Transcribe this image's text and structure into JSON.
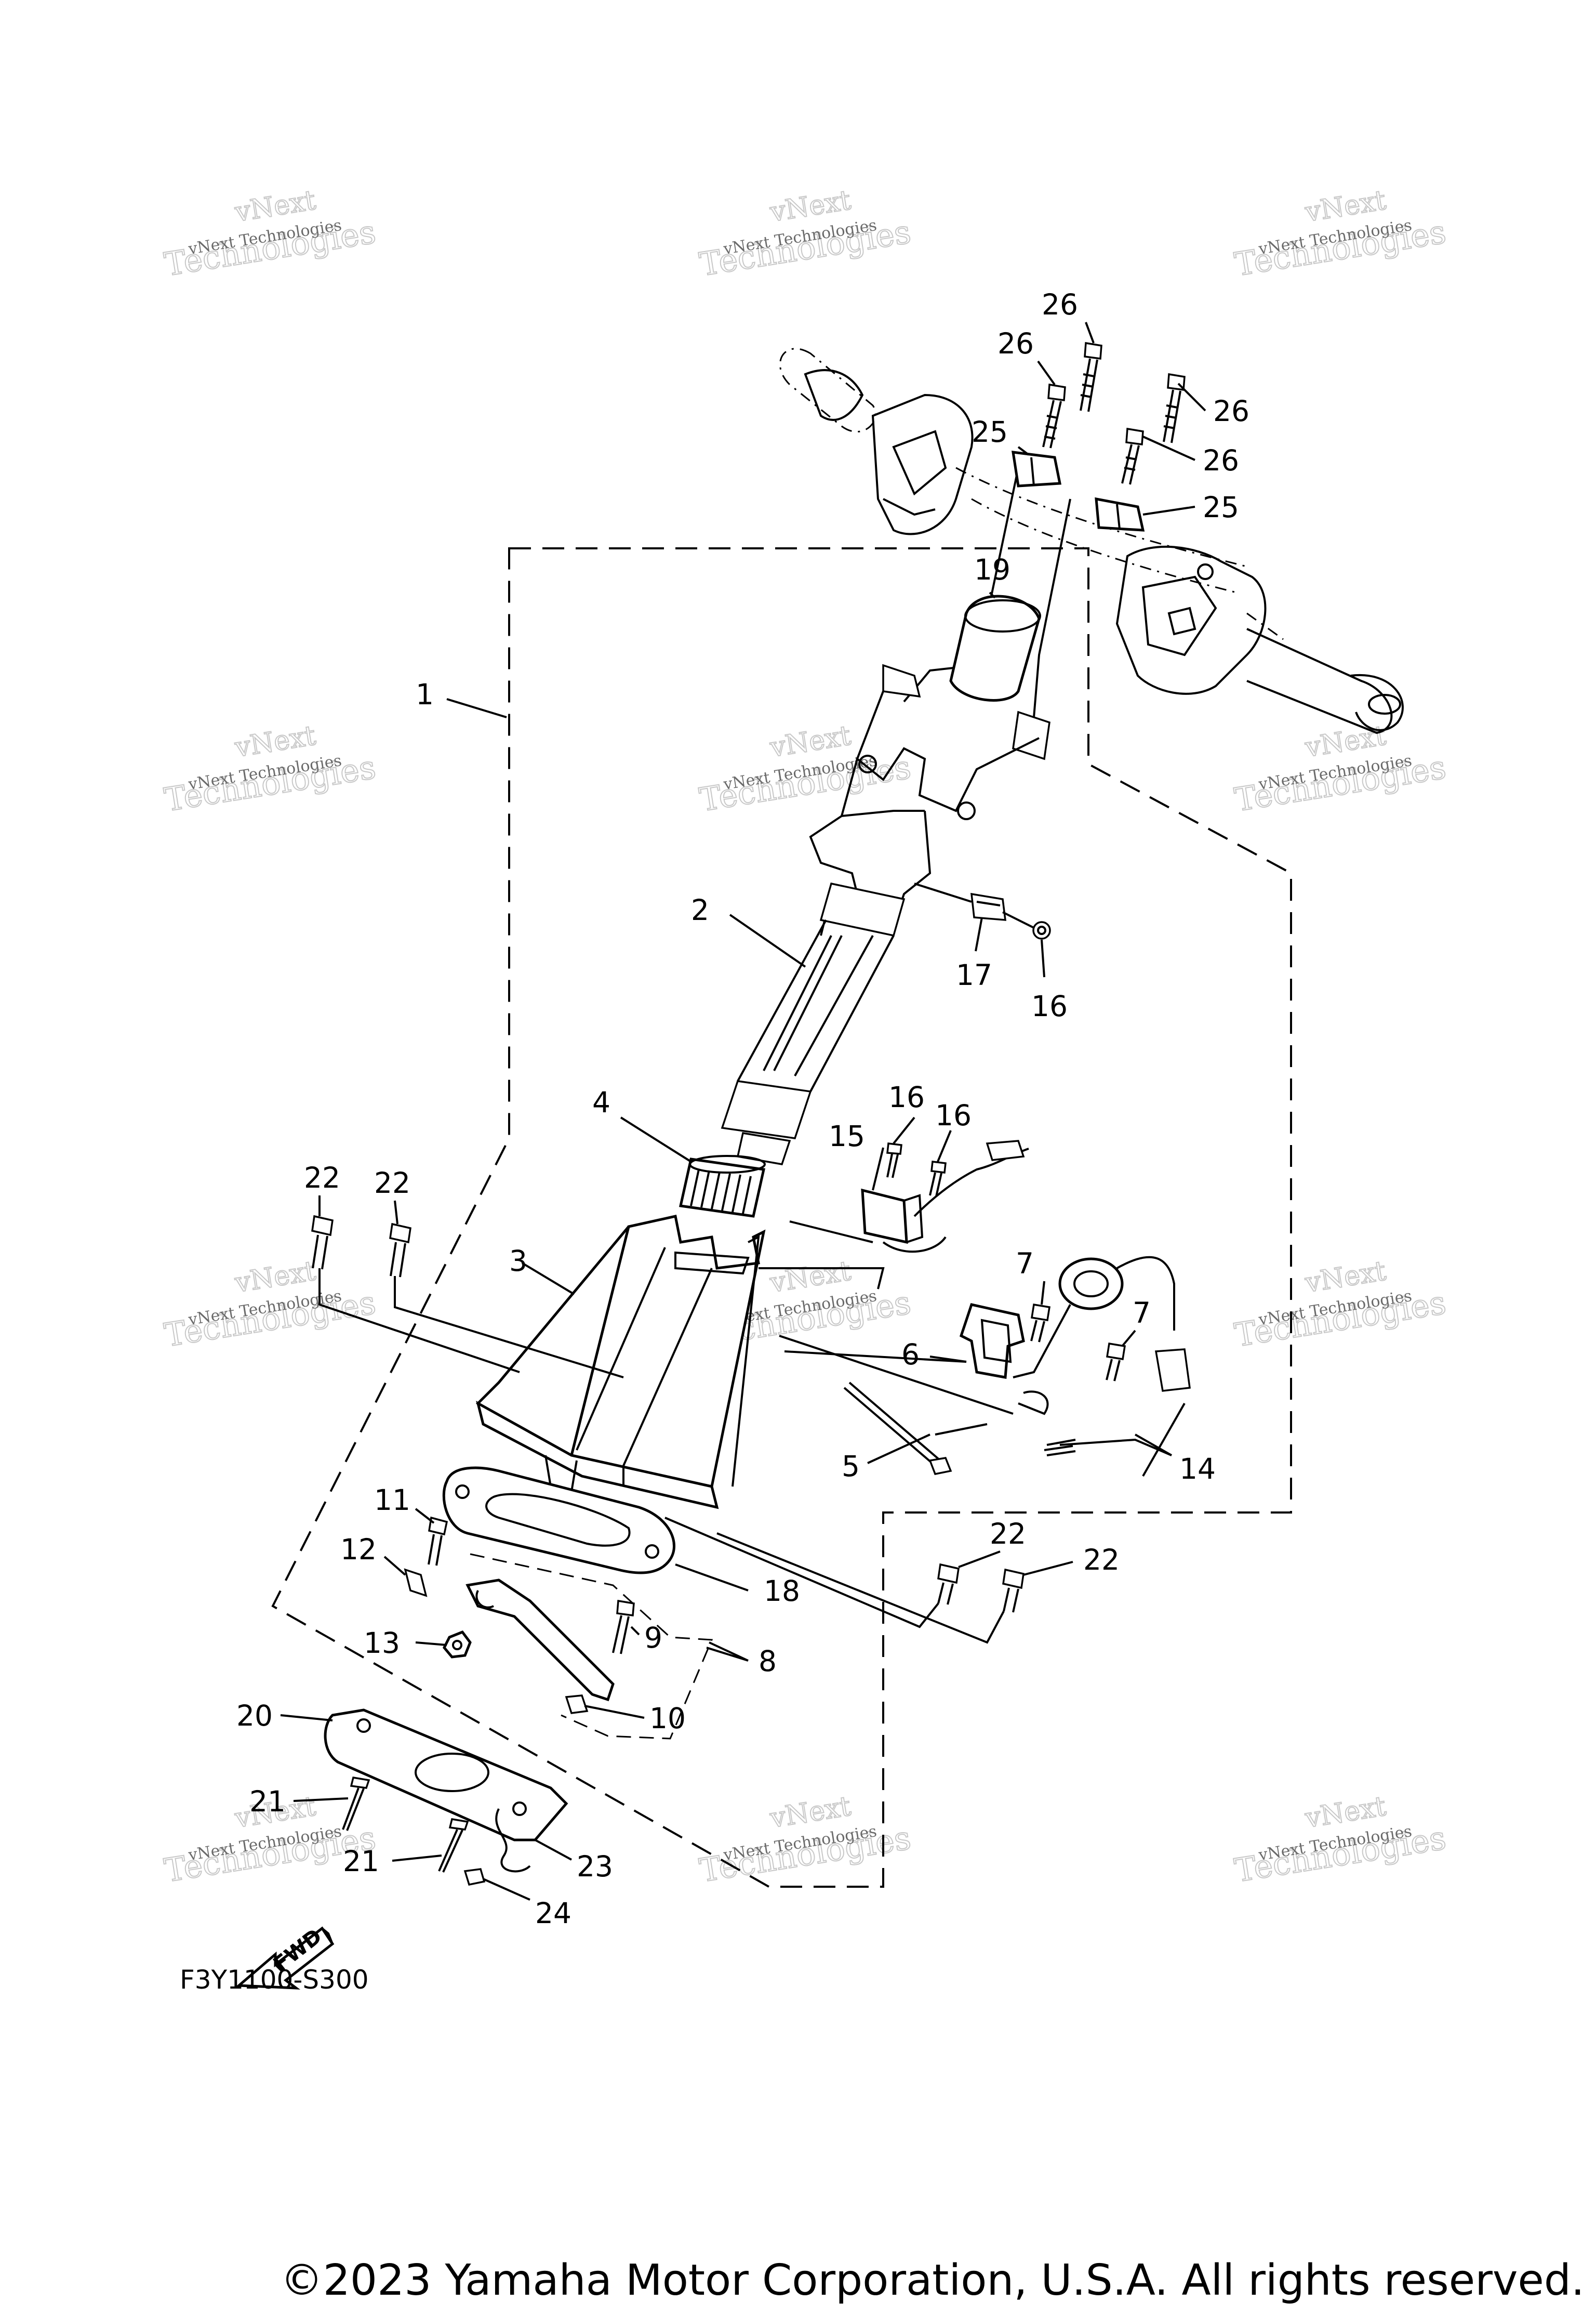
{
  "diagram": {
    "code": "F3Y1100-S300",
    "copyright": "©2023 Yamaha Motor Corporation, U.S.A. All rights reserved.",
    "fwd_arrow_text": "FWD",
    "watermark": {
      "brand": "vNext",
      "line1": "vNext Technologies",
      "line2": "Technologies"
    },
    "callouts": {
      "c1": "1",
      "c2": "2",
      "c3": "3",
      "c4": "4",
      "c5": "5",
      "c6": "6",
      "c7a": "7",
      "c7b": "7",
      "c8": "8",
      "c9": "9",
      "c10": "10",
      "c11": "11",
      "c12": "12",
      "c13": "13",
      "c14": "14",
      "c15": "15",
      "c16a": "16",
      "c16b": "16",
      "c16c": "16",
      "c17": "17",
      "c18": "18",
      "c19": "19",
      "c20": "20",
      "c21a": "21",
      "c21b": "21",
      "c22a": "22",
      "c22b": "22",
      "c22c": "22",
      "c22d": "22",
      "c23": "23",
      "c24": "24",
      "c25a": "25",
      "c25b": "25",
      "c26a": "26",
      "c26b": "26",
      "c26c": "26",
      "c26d": "26"
    }
  }
}
